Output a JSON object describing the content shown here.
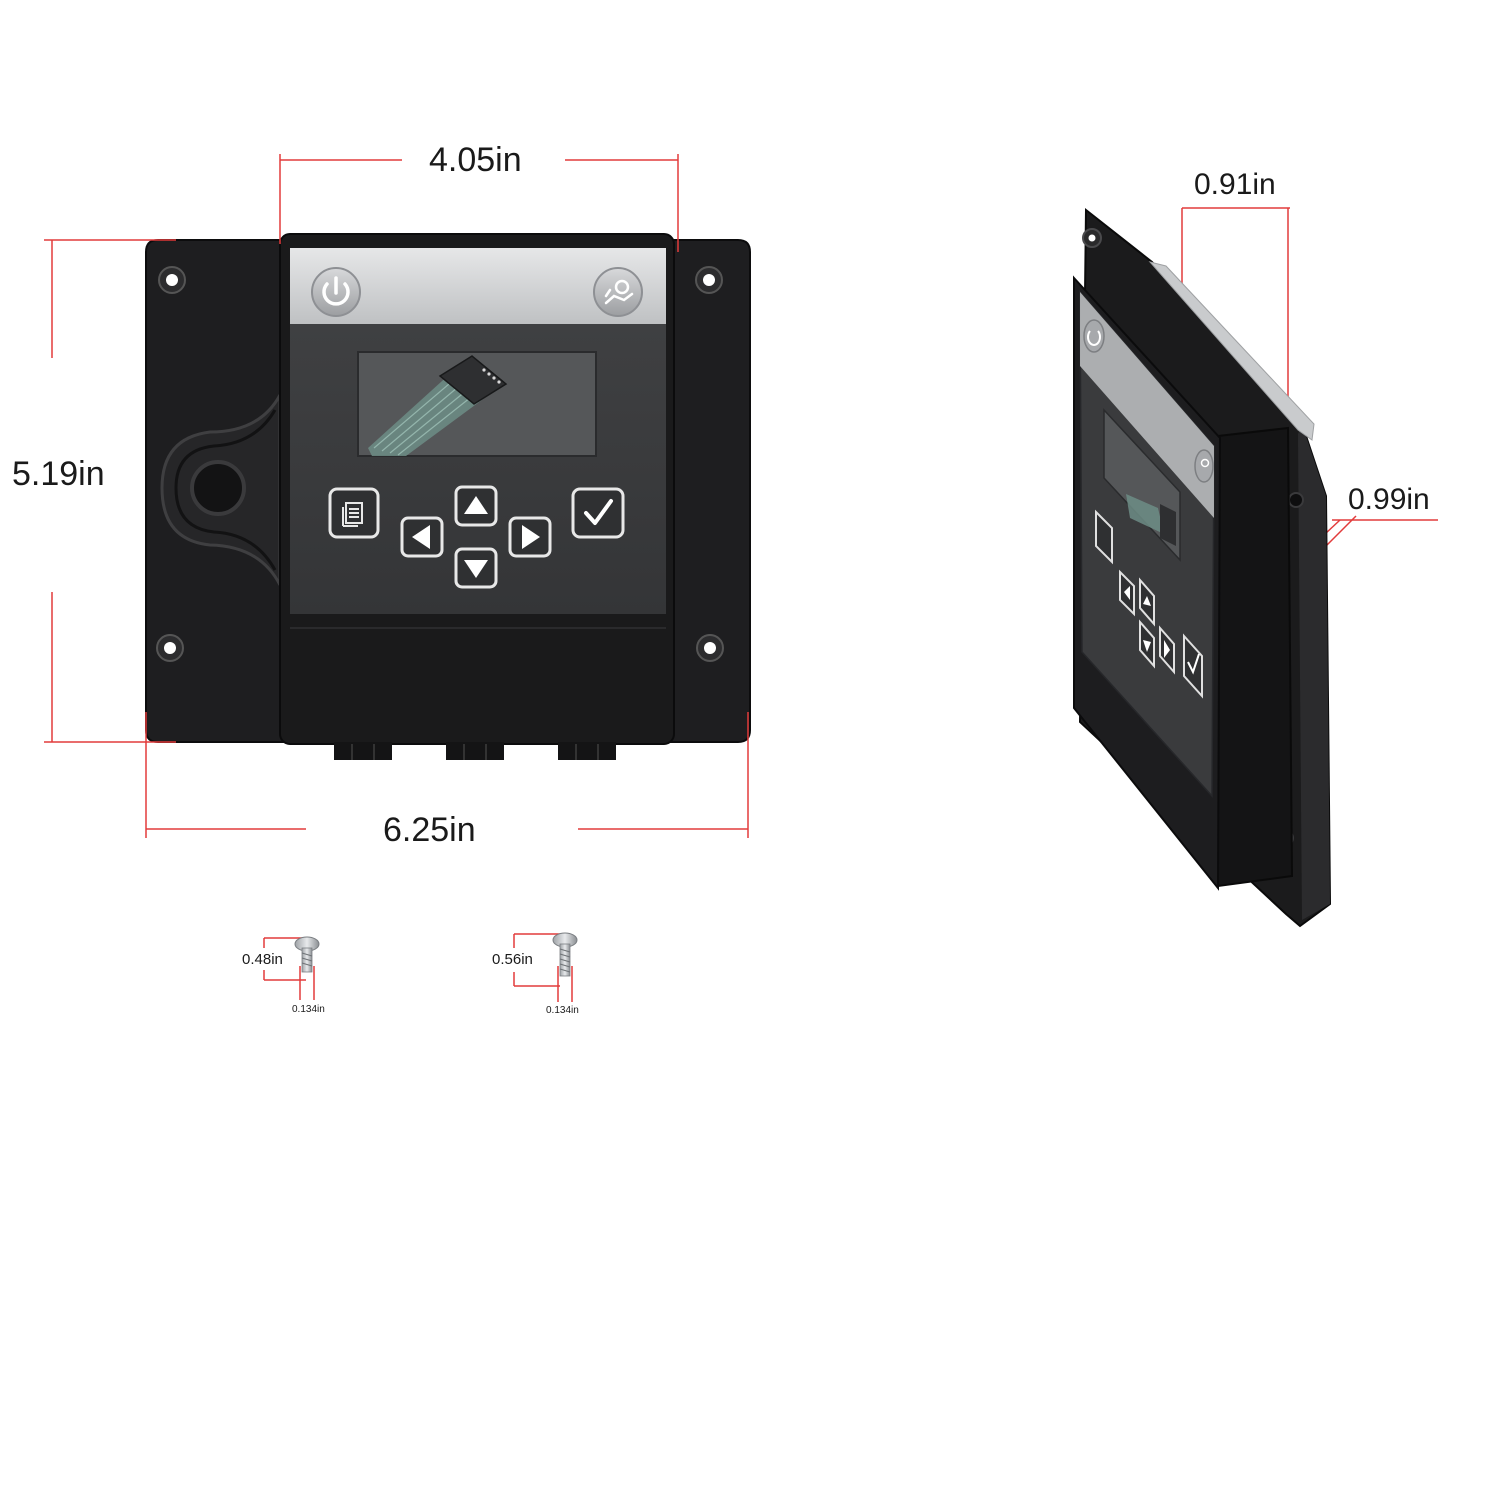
{
  "dimensions": {
    "front_width": "4.05in",
    "front_height": "5.19in",
    "plate_width": "6.25in",
    "side_depth_top": "0.91in",
    "side_depth_plate": "0.99in",
    "screw_short_length": "0.48in",
    "screw_short_diameter": "0.134in",
    "screw_long_length": "0.56in",
    "screw_long_diameter": "0.134in"
  },
  "panel": {
    "buttons": [
      {
        "name": "power-button",
        "icon": "power-icon"
      },
      {
        "name": "settings-button",
        "icon": "hand-gear-icon"
      },
      {
        "name": "menu-button",
        "icon": "document-icon"
      },
      {
        "name": "up-button",
        "icon": "arrow-up-icon"
      },
      {
        "name": "left-button",
        "icon": "arrow-left-icon"
      },
      {
        "name": "right-button",
        "icon": "arrow-right-icon"
      },
      {
        "name": "down-button",
        "icon": "arrow-down-icon"
      },
      {
        "name": "confirm-button",
        "icon": "checkmark-icon"
      }
    ]
  },
  "colors": {
    "dimension_line": "#e23b3b",
    "housing": "#1c1c1e",
    "face": "#3a3b3d",
    "top_strip": "#cfd1d3",
    "display_window": "#505254"
  }
}
